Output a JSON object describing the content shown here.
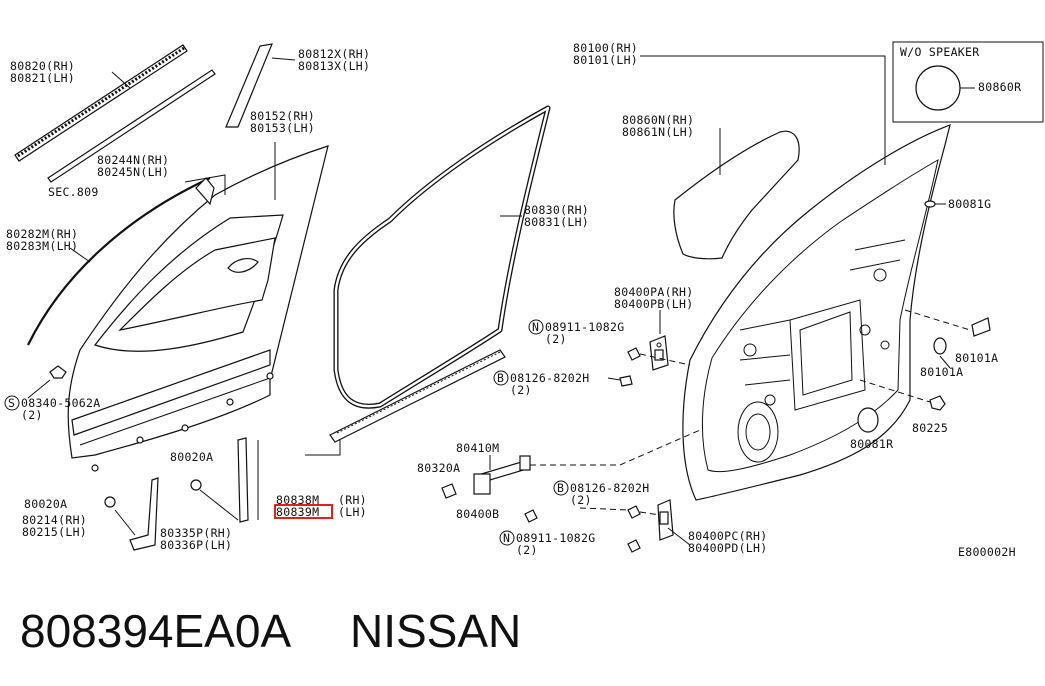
{
  "labels": {
    "p80820": "80820(RH)",
    "p80821": "80821(LH)",
    "p80812x": "80812X(RH)",
    "p80813x": "80813X(LH)",
    "p80100": "80100(RH)",
    "p80101": "80101(LH)",
    "wo_speaker": "W/O SPEAKER",
    "p80860r": "80860R",
    "p80152": "80152(RH)",
    "p80153": "80153(LH)",
    "p80860n": "80860N(RH)",
    "p80861n": "80861N(LH)",
    "p80244n": "80244N(RH)",
    "p80245n": "80245N(LH)",
    "sec809": "SEC.809",
    "p80830": "80830(RH)",
    "p80831": "80831(LH)",
    "p80081g": "80081G",
    "p80282m": "80282M(RH)",
    "p80283m": "80283M(LH)",
    "p80400pa": "80400PA(RH)",
    "p80400pb": "80400PB(LH)",
    "n08911_top": "N",
    "p08911_top": "08911-1082G",
    "q08911_top": "(2)",
    "b08126_top": "B",
    "p08126_top": "08126-8202H",
    "q08126_top": "(2)",
    "p80101a_a": "80101A",
    "p80101a_b": "80101A",
    "s08340": "S",
    "p08340": "08340-5062A",
    "q08340": "(2)",
    "p80225": "80225",
    "p80081r": "80081R",
    "p80410m": "80410M",
    "p80020a_a": "80020A",
    "p80320a": "80320A",
    "b08126_bot": "B",
    "p08126_bot": "08126-8202H",
    "q08126_bot": "(2)",
    "p80020a_b": "80020A",
    "p80838m": "80838M",
    "rh_80838m": "(RH)",
    "p80839m": "80839M",
    "lh_80839m": "(LH)",
    "p80214": "80214(RH)",
    "p80215": "80215(LH)",
    "p80335p": "80335P(RH)",
    "p80336p": "80336P(LH)",
    "p80400b": "80400B",
    "n08911_bot": "N",
    "p08911_bot": "08911-1082G",
    "q08911_bot": "(2)",
    "p80400pc": "80400PC(RH)",
    "p80400pd": "80400PD(LH)",
    "diagram_code": "E800002H"
  },
  "part_number": "808394EA0A",
  "brand": "NISSAN",
  "colors": {
    "highlight": "#e02020",
    "ink": "#111111"
  }
}
